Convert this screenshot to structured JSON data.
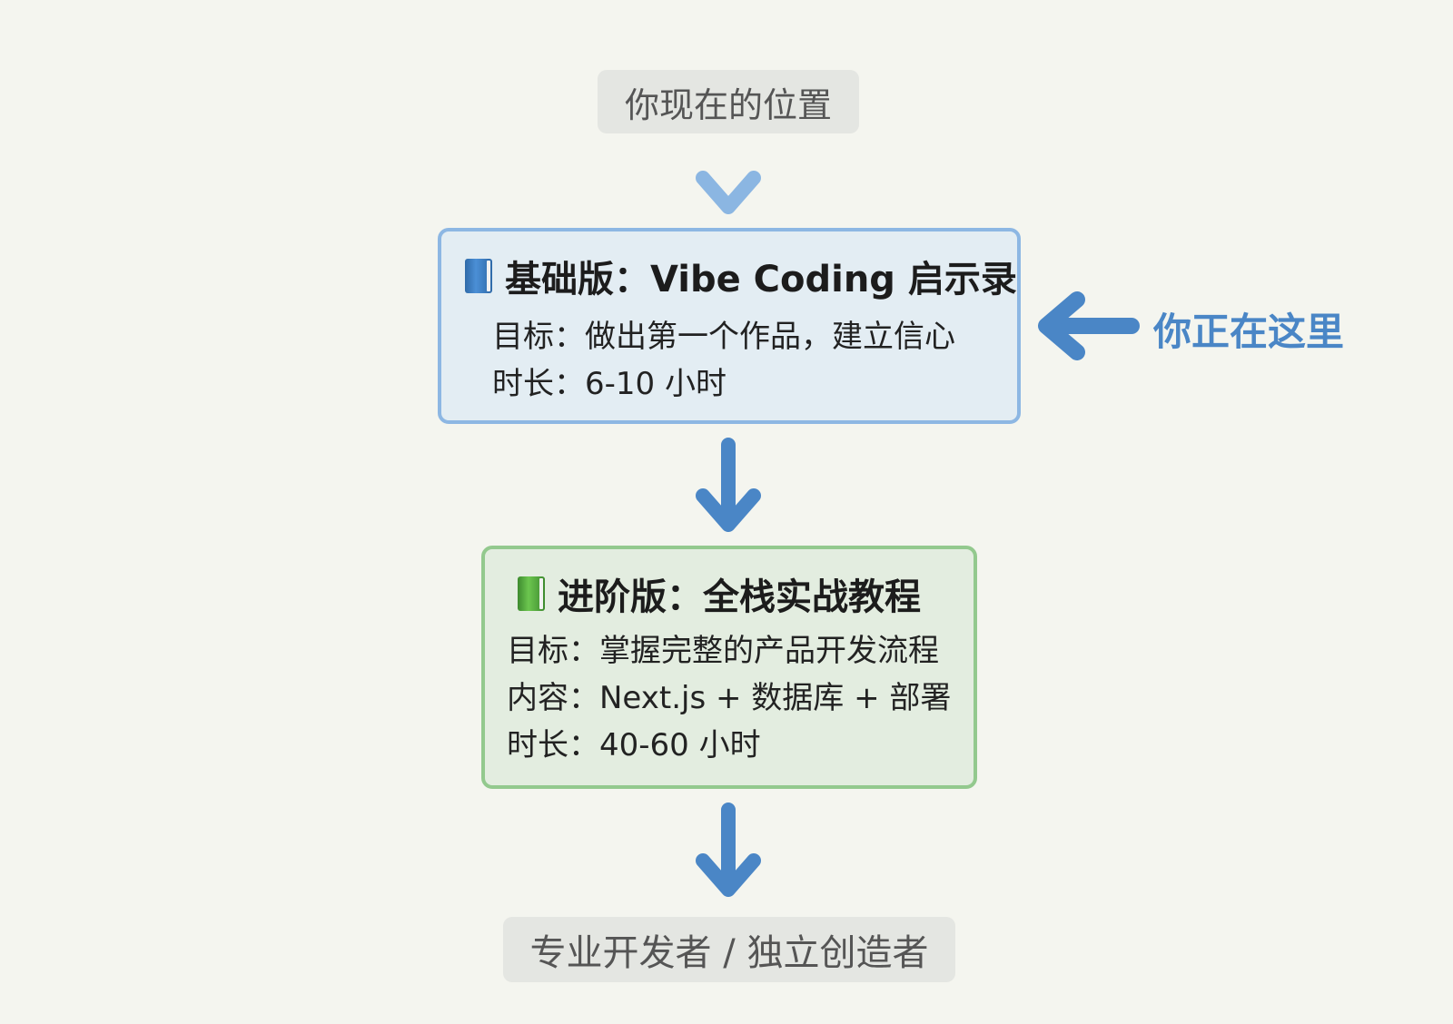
{
  "start_label": "你现在的位置",
  "basic": {
    "title": "基础版：Vibe Coding 启示录",
    "goal": "目标：做出第一个作品，建立信心",
    "duration": "时长：6-10 小时",
    "book_icon": "blue-book-icon",
    "border_color": "#8db7e3",
    "fill_color": "#e3edf3"
  },
  "advanced": {
    "title": "进阶版：全栈实战教程",
    "goal": "目标：掌握完整的产品开发流程",
    "content": "内容：Next.js + 数据库 + 部署",
    "duration": "时长：40-60 小时",
    "book_icon": "green-book-icon",
    "border_color": "#93c98e",
    "fill_color": "#e3ede0"
  },
  "here_label": "你正在这里",
  "end_label": "专业开发者 / 独立创造者",
  "arrow_color": "#4a86c6"
}
